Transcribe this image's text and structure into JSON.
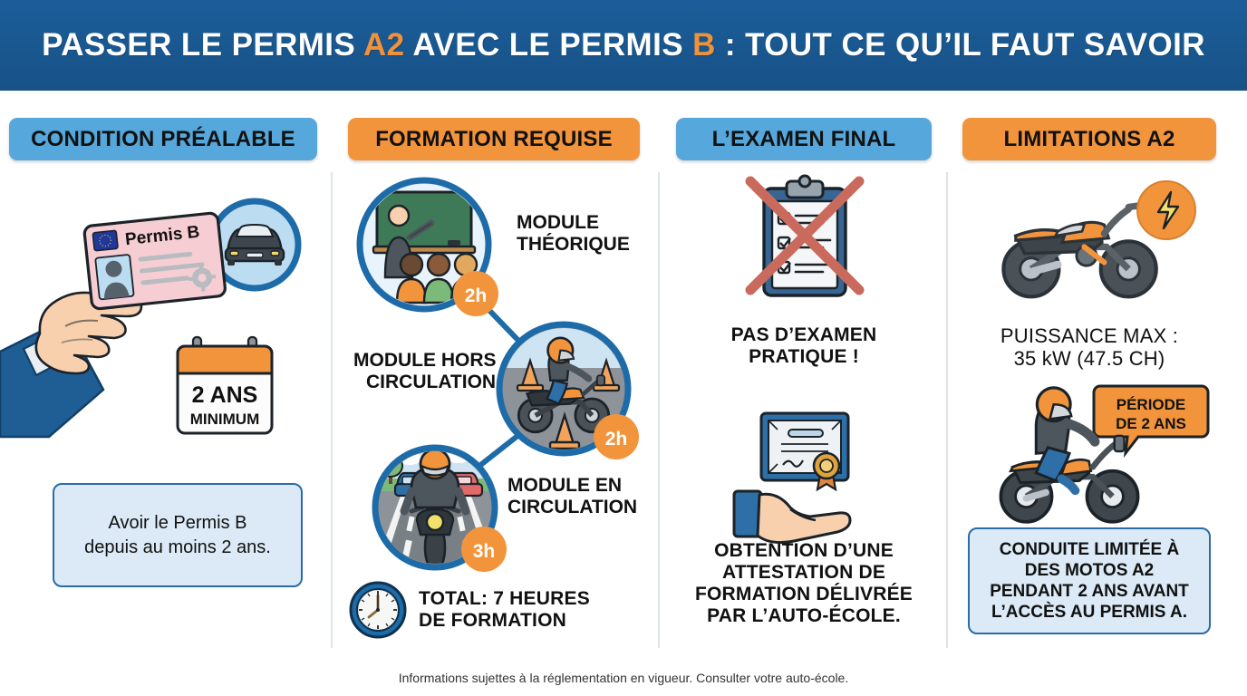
{
  "header": {
    "title_part1": "PASSER LE PERMIS ",
    "title_accent1": "A2",
    "title_part2": " AVEC LE PERMIS ",
    "title_accent2": "B",
    "title_part3": " : TOUT CE QU’IL FAUT SAVOIR",
    "background_color": "#1c5d99",
    "accent_color": "#F0923C"
  },
  "columns": [
    {
      "id": "condition",
      "heading": "CONDITION PRÉALABLE",
      "heading_color": "#56A8DC",
      "card": {
        "label": "Permis B"
      },
      "calendar": {
        "line1": "2 ANS",
        "line2": "MINIMUM"
      },
      "note_line1": "Avoir le Permis B",
      "note_line2": "depuis au moins 2 ans."
    },
    {
      "id": "formation",
      "heading": "FORMATION REQUISE",
      "heading_color": "#F2943C",
      "modules": [
        {
          "name": "module-theorique",
          "label_line1": "MODULE",
          "label_line2": "THÉORIQUE",
          "duration": "2h"
        },
        {
          "name": "module-hors-circulation",
          "label_line1": "MODULE HORS",
          "label_line2": "CIRCULATION",
          "duration": "2h"
        },
        {
          "name": "module-en-circulation",
          "label_line1": "MODULE EN",
          "label_line2": "CIRCULATION",
          "duration": "3h"
        }
      ],
      "total_line1": "TOTAL: 7 HEURES",
      "total_line2": "DE FORMATION"
    },
    {
      "id": "examen",
      "heading": "L’EXAMEN FINAL",
      "heading_color": "#56A8DC",
      "caption1_line1": "PAS D’EXAMEN",
      "caption1_line2": "PRATIQUE !",
      "caption2_line1": "OBTENTION D’UNE",
      "caption2_line2": "ATTESTATION DE",
      "caption2_line3": "FORMATION DÉLIVRÉE",
      "caption2_line4": "PAR L’AUTO-ÉCOLE."
    },
    {
      "id": "limitations",
      "heading": "LIMITATIONS A2",
      "heading_color": "#F2943C",
      "power_line1": "PUISSANCE MAX :",
      "power_line2": "35 kW (47.5 CH)",
      "bubble_line1": "PÉRIODE",
      "bubble_line2": "DE 2 ANS",
      "note_line1": "CONDUITE LIMITÉE À",
      "note_line2": "DES MOTOS A2",
      "note_line3": "PENDANT 2 ANS AVANT",
      "note_line4": "L’ACCÈS AU PERMIS A."
    }
  ],
  "footer": {
    "text": "Informations sujettes à la réglementation en vigueur. Consulter votre auto-école."
  },
  "palette": {
    "header_blue": "#1c5d99",
    "pill_blue": "#56A8DC",
    "pill_orange": "#F2943C",
    "ring_blue": "#1d6ba8",
    "badge_orange": "#F2943C",
    "box_fill": "#dbeaf6",
    "box_border": "#2b6ca8",
    "divider": "#dfe4e8"
  }
}
